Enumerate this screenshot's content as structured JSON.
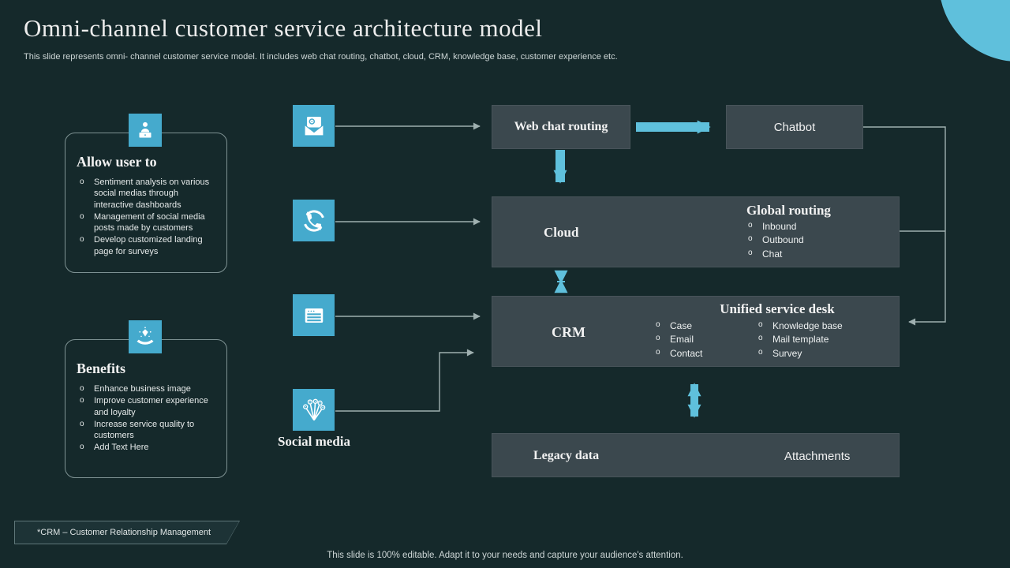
{
  "colors": {
    "background": "#15292b",
    "accent": "#5fc0dc",
    "icon_blue": "#45aacd",
    "box_fill": "#3b484e",
    "line_gray": "#9fb0b0"
  },
  "header": {
    "title": "Omni-channel customer service architecture model",
    "subtitle": "This slide represents omni- channel customer service model. It includes web chat routing, chatbot, cloud, CRM, knowledge base, customer experience etc."
  },
  "panels": {
    "allow_user": {
      "title": "Allow user to",
      "icon": "user-workstation-icon",
      "bullets": [
        "Sentiment analysis on various social medias through interactive dashboards",
        "Management of social media posts made by customers",
        "Develop customized landing page for surveys"
      ]
    },
    "benefits": {
      "title": "Benefits",
      "icon": "hands-diamond-icon",
      "bullets": [
        "Enhance business image",
        "Improve customer experience and loyalty",
        "Increase service quality to customers",
        "Add Text Here"
      ]
    }
  },
  "channels": {
    "icons": [
      "email-icon",
      "call-routing-icon",
      "form-icon",
      "social-media-icon"
    ],
    "social_label": "Social media"
  },
  "diagram": {
    "web_chat_routing": "Web chat routing",
    "chatbot": "Chatbot",
    "cloud": "Cloud",
    "global_routing": {
      "title": "Global routing",
      "items": [
        "Inbound",
        "Outbound",
        "Chat"
      ]
    },
    "crm": "CRM",
    "unified_service_desk": {
      "title": "Unified service desk",
      "col1": [
        "Case",
        "Email",
        "Contact"
      ],
      "col2": [
        "Knowledge base",
        "Mail template",
        "Survey"
      ]
    },
    "legacy_data": "Legacy data",
    "attachments": "Attachments"
  },
  "footer": {
    "footnote": "*CRM – Customer Relationship Management",
    "note": "This slide is 100% editable. Adapt it to your needs and capture your audience's attention."
  }
}
